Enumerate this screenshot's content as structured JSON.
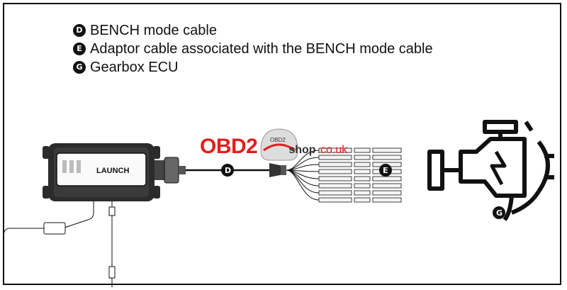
{
  "legend": {
    "items": [
      {
        "badge": "D",
        "label": "BENCH mode cable"
      },
      {
        "badge": "E",
        "label": "Adaptor cable associated with the BENCH mode cable"
      },
      {
        "badge": "G",
        "label": "Gearbox ECU"
      }
    ]
  },
  "device": {
    "brand": "LAUNCH"
  },
  "callouts": {
    "d": "D",
    "e": "E",
    "g": "G"
  },
  "watermark": {
    "main": "OBD2",
    "shop": "shop",
    "domain": ".co.uk",
    "helmet_text": "OBD2"
  },
  "colors": {
    "line": "#111111",
    "watermark_red": "#e0201c",
    "device_body": "#2b2b2b"
  }
}
